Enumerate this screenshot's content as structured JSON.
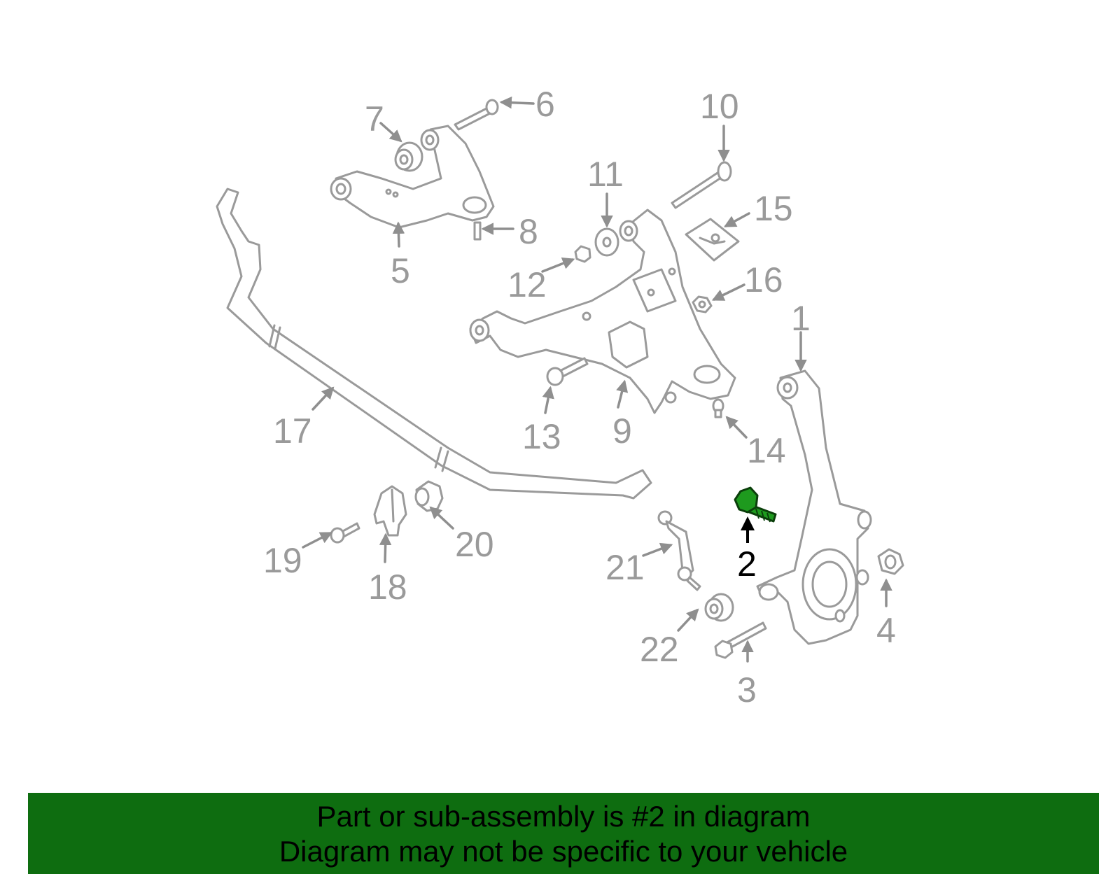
{
  "diagram": {
    "callouts": [
      "1",
      "2",
      "3",
      "4",
      "5",
      "6",
      "7",
      "8",
      "9",
      "10",
      "11",
      "12",
      "13",
      "14",
      "15",
      "16",
      "17",
      "18",
      "19",
      "20",
      "21",
      "22"
    ],
    "highlighted_part": "2",
    "colors": {
      "part_outline": "#9a9a9a",
      "highlight_fill": "#1e9a1e",
      "banner_background": "#0e6d10"
    }
  },
  "banner": {
    "line1": "Part or sub-assembly is #2 in diagram",
    "line2": "Diagram may not be specific to your vehicle"
  }
}
